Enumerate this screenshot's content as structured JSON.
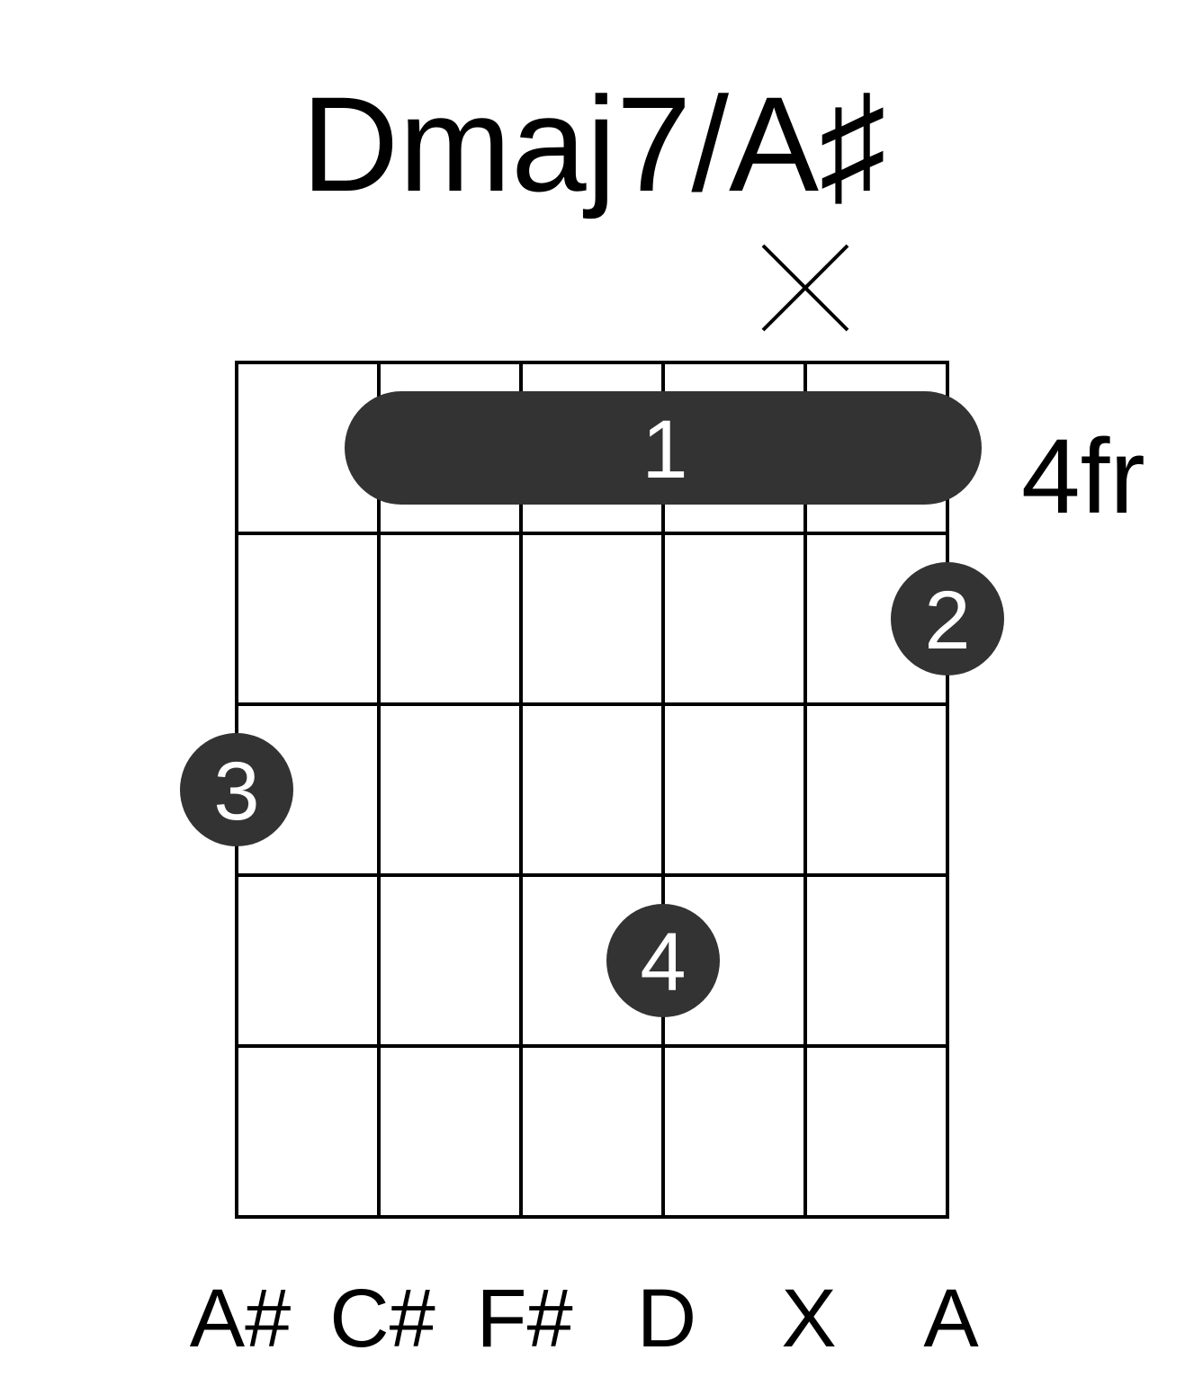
{
  "chord": {
    "title": "Dmaj7/A♯",
    "fret_label": "4fr",
    "string_count": 6,
    "fret_count": 5,
    "colors": {
      "dot": "#333333",
      "dot_text": "#ffffff",
      "grid": "#000000",
      "text": "#000000"
    },
    "muted_strings": [
      5
    ],
    "barre": {
      "fret": 1,
      "from_string": 2,
      "to_string": 6,
      "finger": "1"
    },
    "dots": [
      {
        "string": 6,
        "fret": 2,
        "finger": "2"
      },
      {
        "string": 1,
        "fret": 3,
        "finger": "3"
      },
      {
        "string": 4,
        "fret": 4,
        "finger": "4"
      }
    ],
    "notes": [
      "A#",
      "C#",
      "F#",
      "D",
      "X",
      "A"
    ]
  }
}
